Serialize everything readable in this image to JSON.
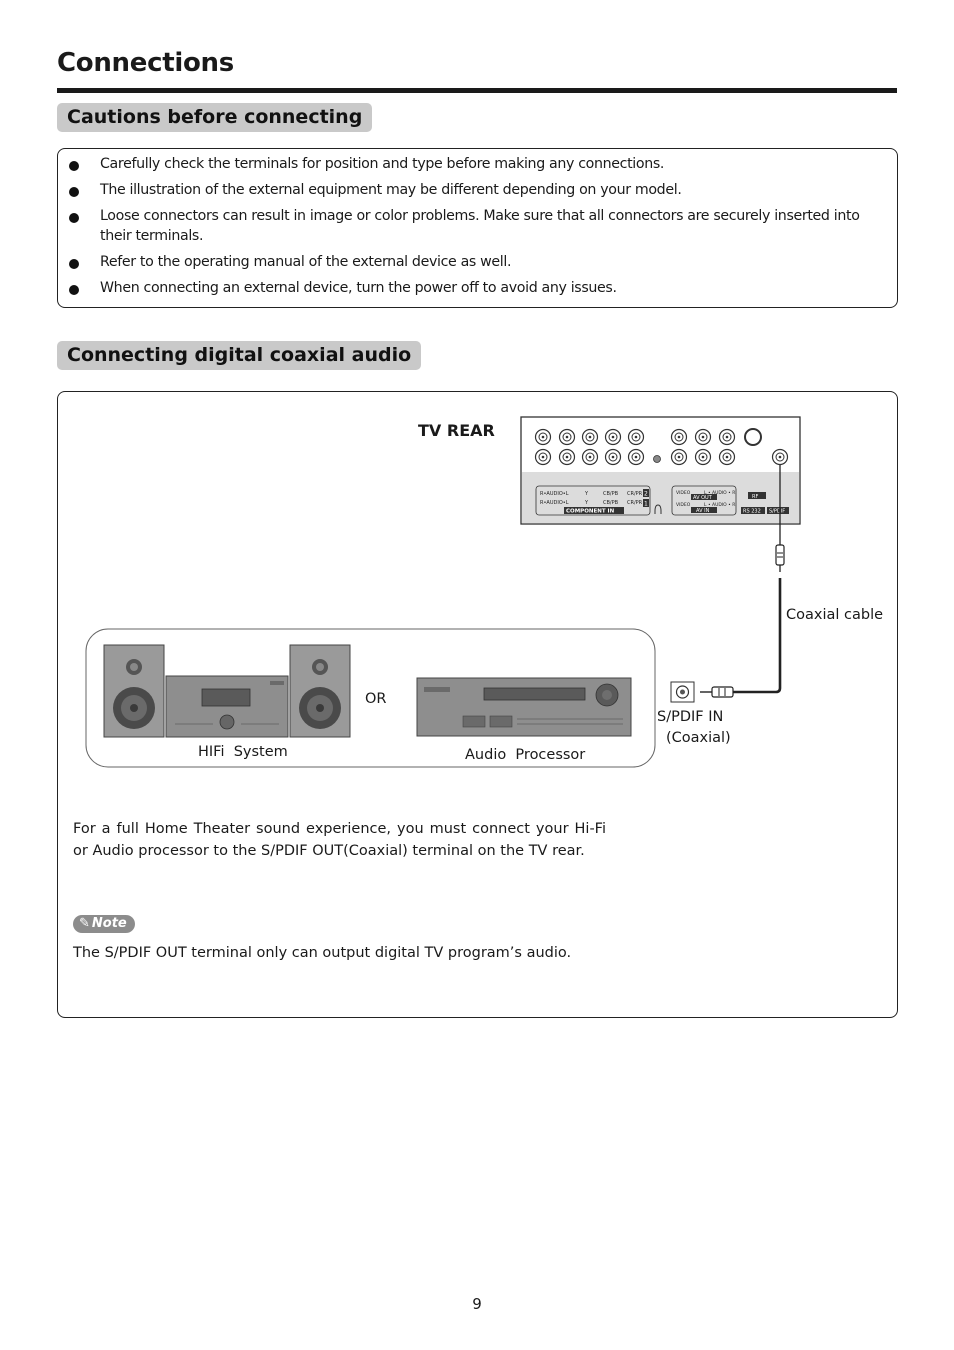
{
  "page": {
    "title": "Connections",
    "number": "9"
  },
  "cautions": {
    "heading": "Cautions before connecting",
    "items": [
      "Carefully check the terminals for position and type before making any connections.",
      "The illustration of the external equipment may be different depending on your model.",
      "Loose connectors can result in image or color problems. Make sure that all connectors are securely inserted into their terminals.",
      "Refer to the operating manual of the external device as well.",
      "When connecting an external device, turn the power off to avoid any issues."
    ]
  },
  "coax": {
    "heading": "Connecting digital coaxial audio",
    "diagram": {
      "tv_rear_label": "TV REAR",
      "panel_labels": {
        "component_in": "COMPONENT IN",
        "av_out": "AV OUT",
        "av_in": "AV IN",
        "rf": "RF",
        "rs232": "RS 232",
        "spdif": "S/PDIF",
        "video": "VIDEO",
        "audio_lr": "L • AUDIO • R",
        "r_audio_l": "R•AUDIO•L",
        "y": "Y",
        "cb_pb": "CB/PB",
        "cr_pr": "CR/PR",
        "port_2": "2",
        "port_1": "1"
      },
      "coaxial_cable_label": "Coaxial cable",
      "or_label": "OR",
      "hifi_label": "HIFi  System",
      "processor_label": "Audio  Processor",
      "spdif_in_label": "S/PDIF IN",
      "spdif_in_sub": "(Coaxial)"
    },
    "description": "For a full Home Theater sound experience, you must connect your Hi-Fi or Audio processor to the S/PDIF OUT(Coaxial) terminal on the TV rear.",
    "note_badge": "Note",
    "note_text": "The S/PDIF OUT terminal only can output digital TV program’s audio."
  },
  "colors": {
    "tab_bg": "#c9c9c9",
    "equipment_dark": "#6e6e6e",
    "equipment_mid": "#9a9a9a",
    "panel_bg": "#dcdcdc"
  }
}
